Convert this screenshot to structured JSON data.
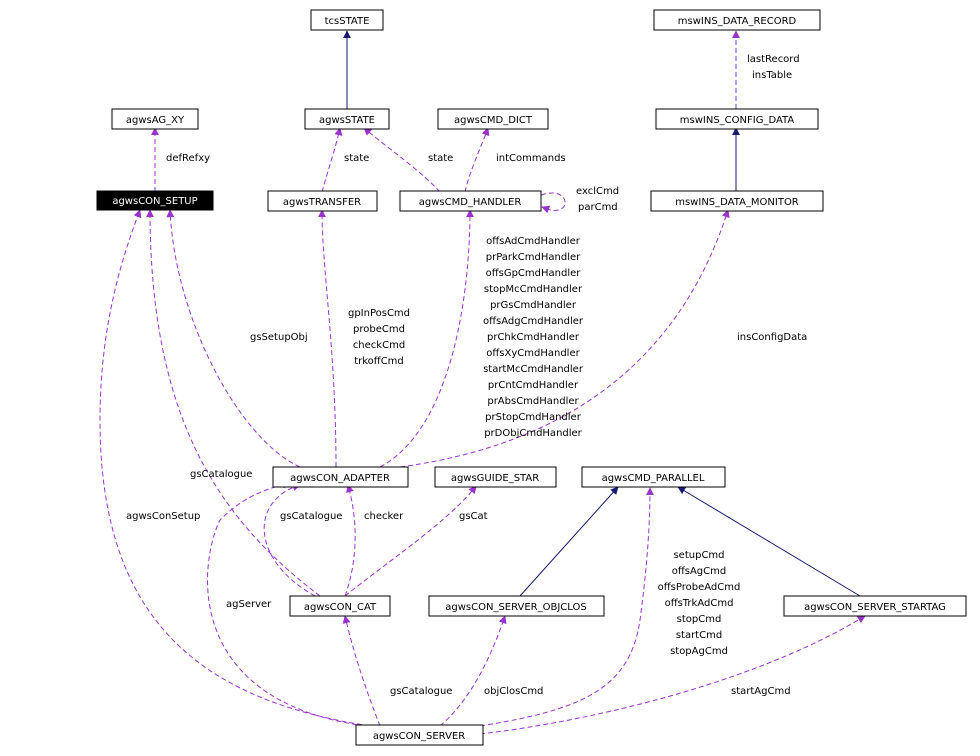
{
  "colors": {
    "inheritance": "#191970",
    "usage": "#9a32cd",
    "focus_fill": "#000000",
    "node_fill": "#ffffff"
  },
  "nodes": {
    "tcs_state": "tcsSTATE",
    "mswins_data_record": "mswINS_DATA_RECORD",
    "agws_ag_xy": "agwsAG_XY",
    "agws_state": "agwsSTATE",
    "agws_cmd_dict": "agwsCMD_DICT",
    "mswins_config_data": "mswINS_CONFIG_DATA",
    "agws_con_setup": "agwsCON_SETUP",
    "agws_transfer": "agwsTRANSFER",
    "agws_cmd_handler": "agwsCMD_HANDLER",
    "mswins_data_monitor": "mswINS_DATA_MONITOR",
    "agws_con_adapter": "agwsCON_ADAPTER",
    "agws_guide_star": "agwsGUIDE_STAR",
    "agws_cmd_parallel": "agwsCMD_PARALLEL",
    "agws_con_cat": "agwsCON_CAT",
    "agws_con_server_objclos": "agwsCON_SERVER_OBJCLOS",
    "agws_con_server_startag": "agwsCON_SERVER_STARTAG",
    "agws_con_server": "agwsCON_SERVER"
  },
  "edge_labels": {
    "last_record": "lastRecord",
    "ins_table": "insTable",
    "def_refxy": "defRefxy",
    "state_transfer": "state",
    "state_handler": "state",
    "int_commands": "intCommands",
    "excl_cmd": "exclCmd",
    "par_cmd": "parCmd",
    "handlers": [
      "offsAdCmdHandler",
      "prParkCmdHandler",
      "offsGpCmdHandler",
      "stopMcCmdHandler",
      "prGsCmdHandler",
      "offsAdgCmdHandler",
      "prChkCmdHandler",
      "offsXyCmdHandler",
      "startMcCmdHandler",
      "prCntCmdHandler",
      "prAbsCmdHandler",
      "prStopCmdHandler",
      "prDObjCmdHandler"
    ],
    "transfer_cmds": [
      "gpInPosCmd",
      "probeCmd",
      "checkCmd",
      "trkoffCmd"
    ],
    "gs_setup_obj": "gsSetupObj",
    "ins_config_data": "insConfigData",
    "gs_catalogue_left": "gsCatalogue",
    "agws_con_setup_ref": "agwsConSetup",
    "gs_catalogue_mid": "gsCatalogue",
    "checker": "checker",
    "gs_cat": "gsCat",
    "ag_server": "agServer",
    "parallel_cmds": [
      "setupCmd",
      "offsAgCmd",
      "offsProbeAdCmd",
      "offsTrkAdCmd",
      "stopCmd",
      "startCmd",
      "stopAgCmd"
    ],
    "gs_catalogue_bottom": "gsCatalogue",
    "obj_clos_cmd": "objClosCmd",
    "start_ag_cmd": "startAgCmd"
  }
}
